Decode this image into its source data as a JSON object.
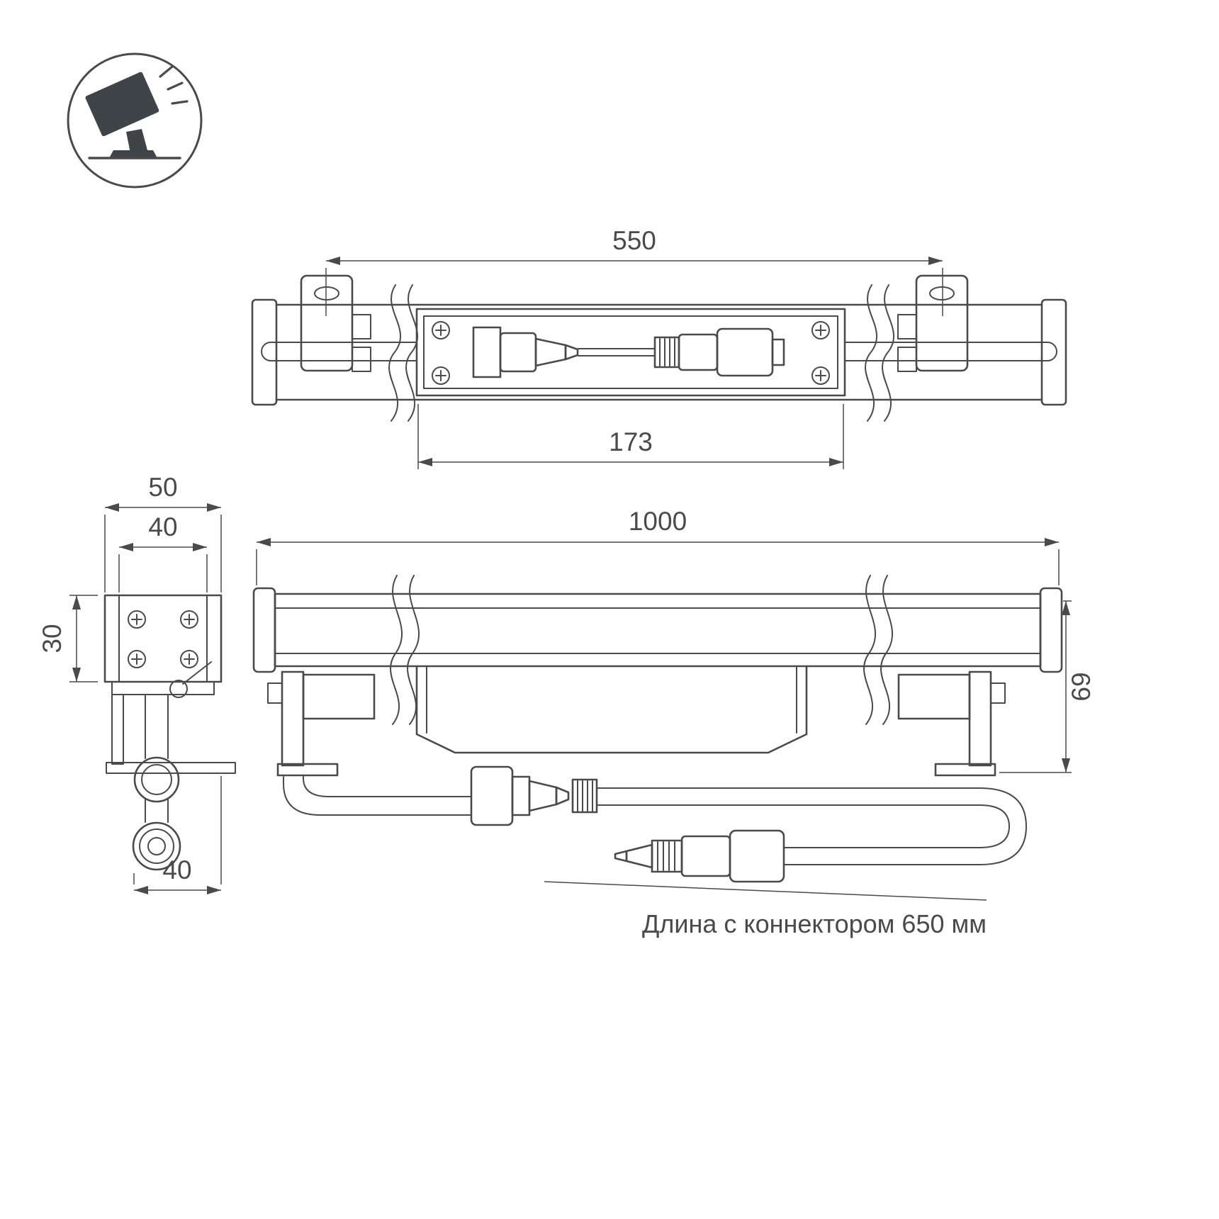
{
  "meta": {
    "background": "#ffffff",
    "line_color": "#4a4a4a",
    "dark_fill": "#3f4449"
  },
  "icon": {
    "name": "floodlight-on-stand-icon"
  },
  "top_view": {
    "dim_mount_spacing": "550",
    "dim_body_section": "173"
  },
  "side_view": {
    "dim_overall_width": "50",
    "dim_inner_width": "40",
    "dim_height": "30",
    "dim_offset": "40"
  },
  "front_view": {
    "dim_length": "1000",
    "dim_height": "69"
  },
  "note": {
    "connector_length": "Длина с коннектором 650 мм"
  }
}
